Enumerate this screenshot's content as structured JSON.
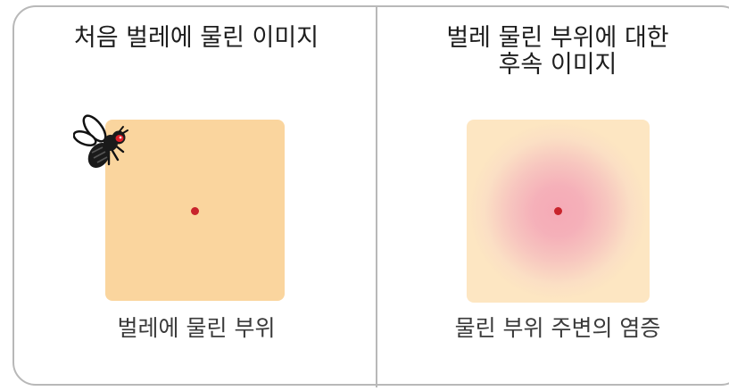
{
  "left_panel": {
    "title": "처음 벌레에 물린 이미지",
    "caption": "벌레에 물린 부위",
    "icon": "fly-icon"
  },
  "right_panel": {
    "title_line1": "벌레 물린 부위에 대한",
    "title_line2": "후속 이미지",
    "caption": "물린 부위 주변의 염증"
  },
  "colors": {
    "skin": "#fad59e",
    "inflammation": "#f5aab6",
    "bite_dot": "#c8242c",
    "border": "#b8b8b8"
  }
}
